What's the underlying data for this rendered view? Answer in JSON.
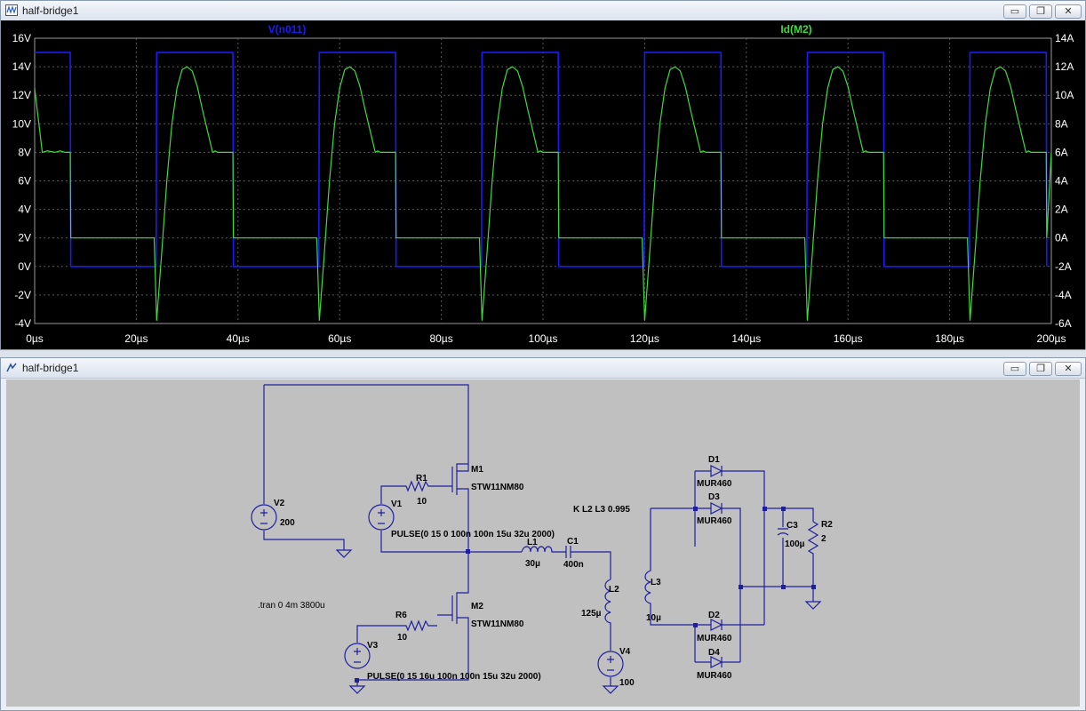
{
  "plot_window": {
    "title": "half-bridge1",
    "controls": {
      "minimize": "▭",
      "restore": "❐",
      "close": "✕"
    }
  },
  "schematic_window": {
    "title": "half-bridge1",
    "controls": {
      "minimize": "▭",
      "restore": "❐",
      "close": "✕"
    }
  },
  "chart_data": {
    "type": "line",
    "x_ticks": [
      "0µs",
      "20µs",
      "40µs",
      "60µs",
      "80µs",
      "100µs",
      "120µs",
      "140µs",
      "160µs",
      "180µs",
      "200µs"
    ],
    "y_left_ticks": [
      "16V",
      "14V",
      "12V",
      "10V",
      "8V",
      "6V",
      "4V",
      "2V",
      "0V",
      "-2V",
      "-4V"
    ],
    "y_right_ticks": [
      "14A",
      "12A",
      "10A",
      "8A",
      "6A",
      "4A",
      "2A",
      "0A",
      "-2A",
      "-4A",
      "-6A"
    ],
    "xlim_us": [
      0,
      200
    ],
    "ylim_left_V": [
      -4,
      16
    ],
    "ylim_right_A": [
      -6,
      14
    ],
    "grid": true,
    "colors": {
      "background": "#000000",
      "v_trace": "#1a1aff",
      "i_trace": "#3cdc3c",
      "grid": "#5a5a5a",
      "axis_text": "#ffffff"
    },
    "period_us": 32,
    "series": [
      {
        "name": "V(n011)",
        "axis": "left",
        "description_points_x_us": [
          0,
          0.1,
          7.0,
          7.1,
          23.9,
          24.0,
          39.0,
          39.1
        ],
        "description_points_y_V": [
          15,
          15,
          15,
          0,
          0,
          15,
          15,
          0
        ],
        "first_cycle_segment": {
          "x_us": [
            0,
            7.0,
            7.1
          ],
          "y_V": [
            15,
            15,
            0
          ]
        }
      },
      {
        "name": "Id(M2)",
        "axis": "right",
        "points_x_us": [
          0,
          2,
          3,
          4,
          5,
          6,
          7,
          7.1,
          23.5,
          24,
          25,
          26,
          27,
          28,
          29,
          30,
          31,
          32,
          33,
          34,
          35,
          35.5,
          36,
          37,
          38,
          39,
          39.1
        ],
        "points_y_A": [
          10.5,
          6,
          6.1,
          6.0,
          6.1,
          6.0,
          6.0,
          0,
          0,
          -5.8,
          -1,
          4,
          8,
          10.5,
          11.8,
          12.0,
          11.7,
          10.6,
          9.0,
          7.5,
          6.0,
          6.1,
          6.0,
          6.0,
          6.0,
          6.0,
          0
        ]
      }
    ]
  },
  "schematic": {
    "components": {
      "V2": {
        "name": "V2",
        "value": "200"
      },
      "V1": {
        "name": "V1",
        "value": "PULSE(0 15 0 100n 100n 15u 32u 2000)"
      },
      "V3": {
        "name": "V3",
        "value": "PULSE(0 15 16u 100n 100n 15u 32u 2000)"
      },
      "V4": {
        "name": "V4",
        "value": "100"
      },
      "R1": {
        "name": "R1",
        "value": "10"
      },
      "R6": {
        "name": "R6",
        "value": "10"
      },
      "R2": {
        "name": "R2",
        "value": "2"
      },
      "M1": {
        "name": "M1",
        "value": "STW11NM80"
      },
      "M2": {
        "name": "M2",
        "value": "STW11NM80"
      },
      "L1": {
        "name": "L1",
        "value": "30µ"
      },
      "L2": {
        "name": "L2",
        "value": "125µ"
      },
      "L3": {
        "name": "L3",
        "value": "10µ"
      },
      "C1": {
        "name": "C1",
        "value": "400n"
      },
      "C3": {
        "name": "C3",
        "value": "100µ"
      },
      "D1": {
        "name": "D1",
        "value": "MUR460"
      },
      "D2": {
        "name": "D2",
        "value": "MUR460"
      },
      "D3": {
        "name": "D3",
        "value": "MUR460"
      },
      "D4": {
        "name": "D4",
        "value": "MUR460"
      }
    },
    "coupling_directive": "K L2 L3 0.995",
    "tran_directive": ".tran 0 4m 3800u"
  }
}
